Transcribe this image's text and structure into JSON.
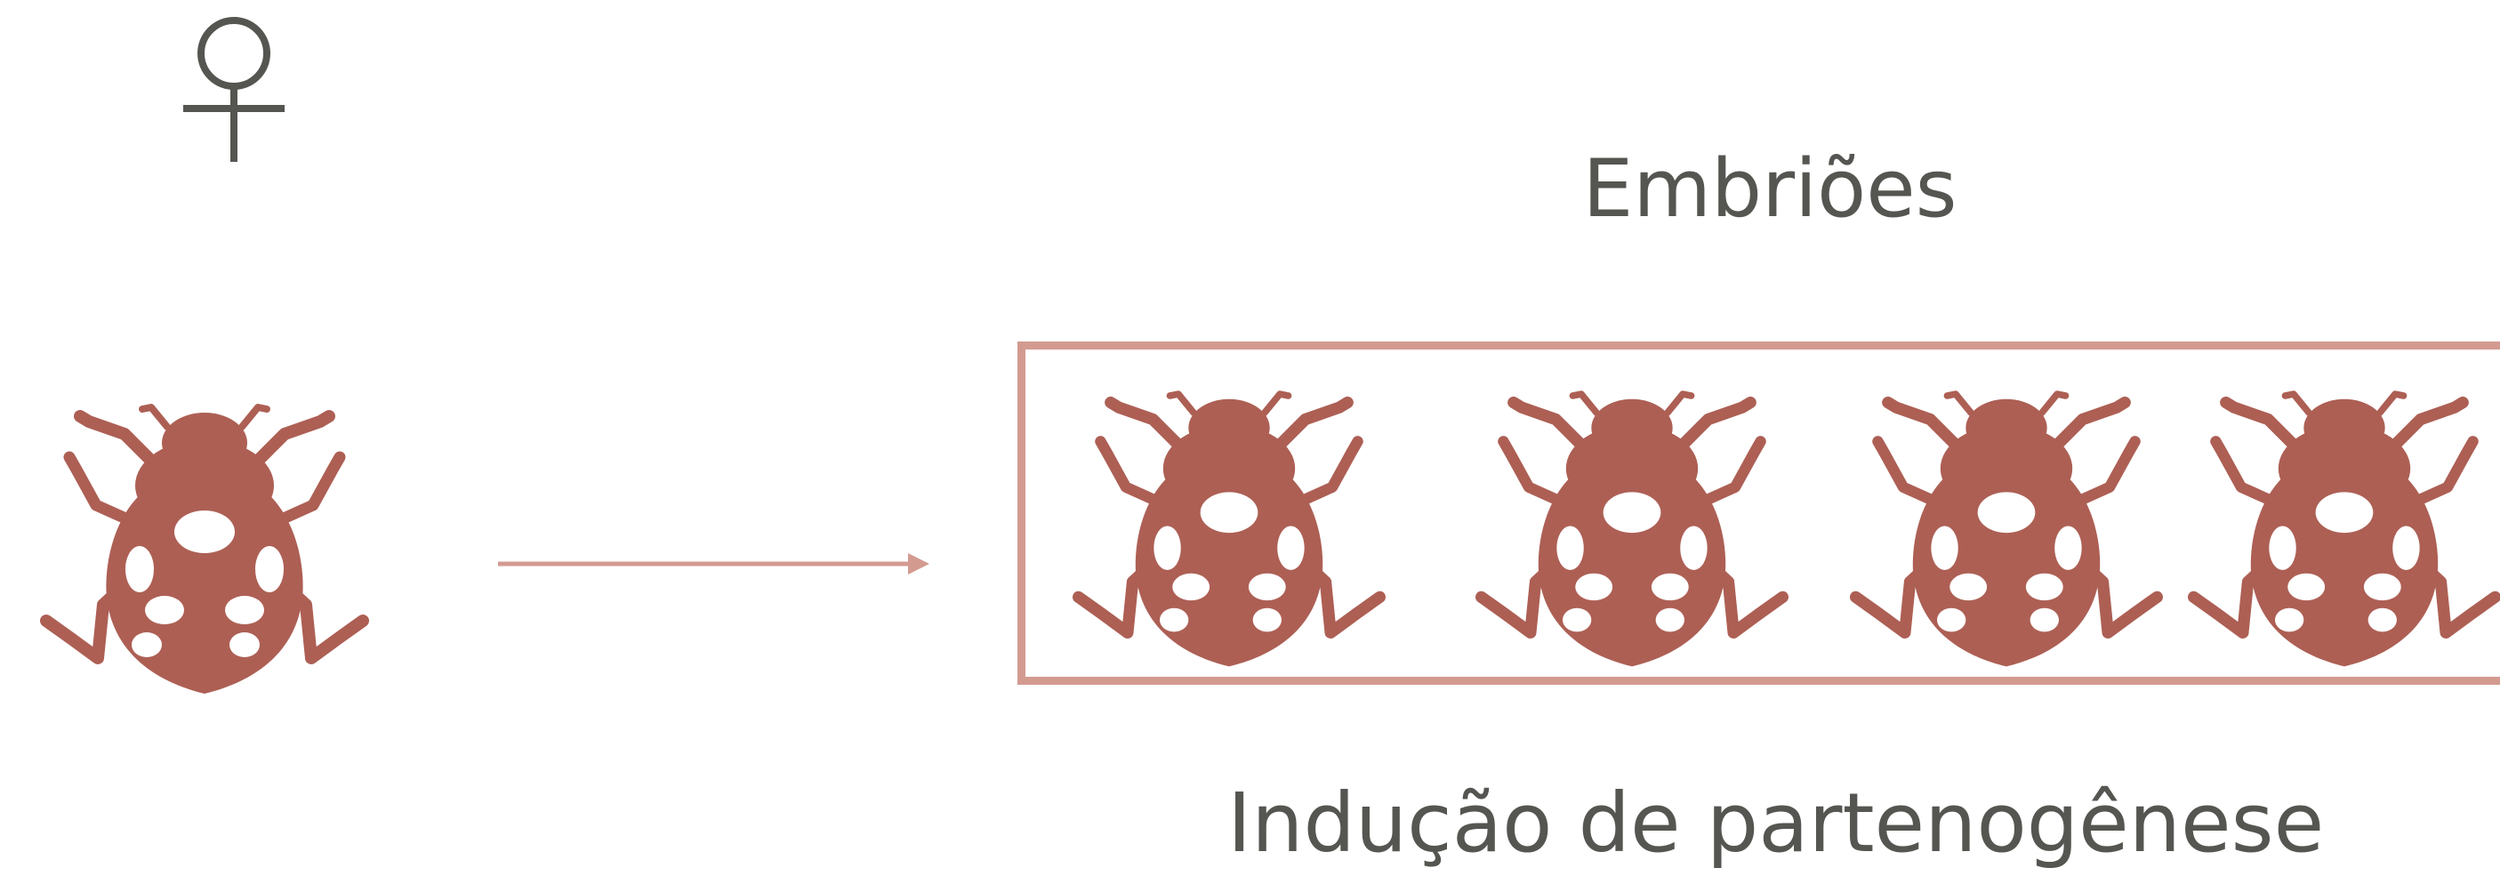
{
  "diagram": {
    "female_symbol": "♀",
    "embryos_label": "Embriões",
    "induction_label": "Indução de partenogênese",
    "embryo_count": 4,
    "icons": {
      "female": "female-symbol-icon",
      "adult": "ladybug-icon",
      "embryo": "ladybug-icon",
      "arrow": "arrow-right-icon"
    },
    "colors": {
      "beetle": "#ad5f54",
      "box_border": "#d39a90",
      "arrow": "#d39a90",
      "text": "#555551"
    }
  }
}
